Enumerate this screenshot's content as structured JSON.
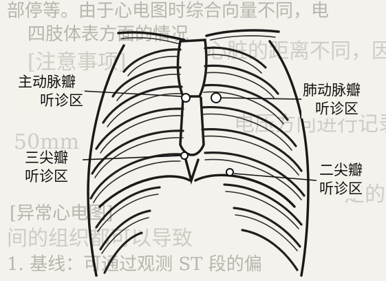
{
  "labels": {
    "aortic": {
      "line1": "主动脉瓣",
      "line2": "听诊区"
    },
    "pulmonary": {
      "line1": "肺动脉瓣",
      "line2": "听诊区"
    },
    "tricuspid": {
      "line1": "三尖瓣",
      "line2": "听诊区"
    },
    "mitral": {
      "line1": "二尖瓣",
      "line2": "听诊区"
    }
  },
  "background_text": [
    "部停等。由于心电图时综合向量不同，电",
    "四肢体表方面的情况",
    "心脏的距离不同，因此电压",
    "[注意事项]",
    "电压方向进行记录速度",
    "50mm",
    "一定的",
    "[异常心电图]",
    "间的组织都可以导致",
    "1. 基线：可通过观测 ST 段的偏"
  ],
  "colors": {
    "ink": "#111111",
    "paper": "#f4f2ec",
    "ghost": "#cfccc6"
  }
}
